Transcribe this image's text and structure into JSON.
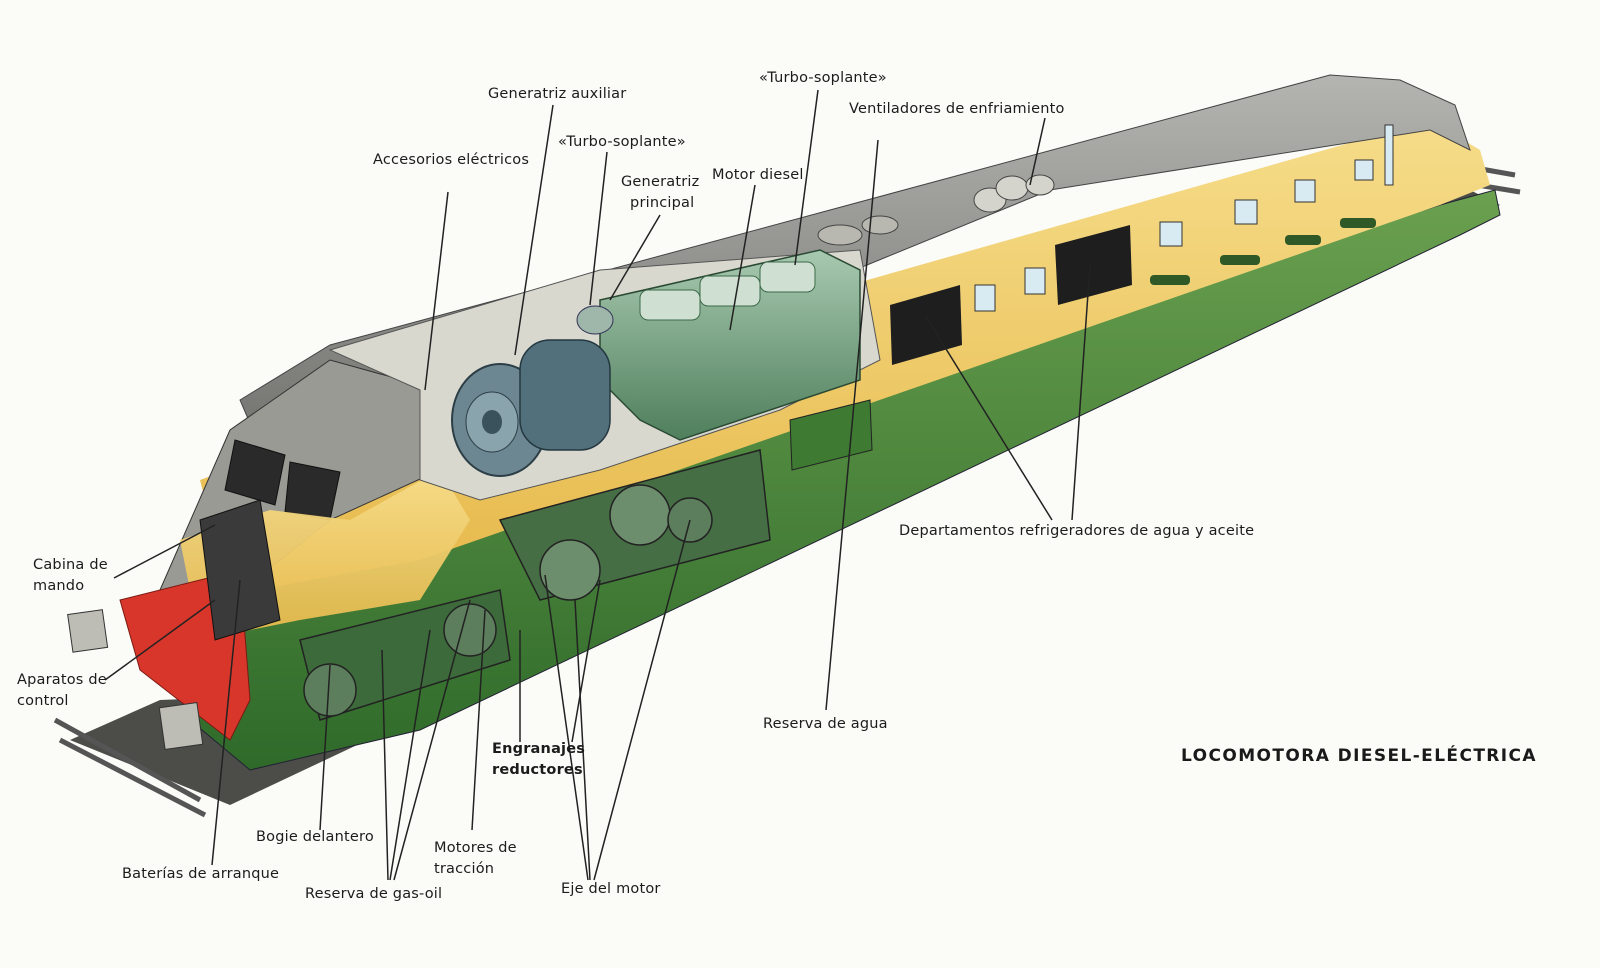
{
  "title": "LOCOMOTORA DIESEL-ELÉCTRICA",
  "labels": {
    "turbo_soplante_top": "«Turbo-soplante»",
    "generatriz_auxiliar": "Generatriz auxiliar",
    "ventiladores": "Ventiladores de enfriamiento",
    "turbo_soplante_mid": "«Turbo-soplante»",
    "accesorios": "Accesorios eléctricos",
    "generatriz_principal": [
      "Generatriz",
      "principal"
    ],
    "motor_diesel": "Motor diesel",
    "departamentos": "Departamentos refrigeradores de agua y aceite",
    "cabina": [
      "Cabina de",
      "mando"
    ],
    "aparatos": [
      "Aparatos de",
      "control"
    ],
    "reserva_agua": "Reserva de agua",
    "engranajes": [
      "Engranajes",
      "reductores"
    ],
    "bogie": "Bogie delantero",
    "motores_traccion": [
      "Motores de",
      "tracción"
    ],
    "baterias": "Baterías de arranque",
    "reserva_gasoil": "Reserva de gas-oil",
    "eje_motor": "Eje del motor"
  },
  "colors": {
    "body_green": "#4f8a3a",
    "body_yellow": "#f2cf6a",
    "roof_grey": "#8c8c88",
    "engine_green": "#7fae8c",
    "buffer_red": "#d9362b",
    "ground": "#3a3a36"
  }
}
